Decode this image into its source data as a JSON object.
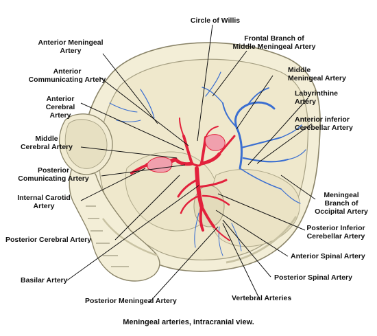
{
  "caption": "Meningeal arteries, intracranial view.",
  "labels": {
    "circle_of_willis": "Circle of Willis",
    "frontal_branch": "Frontal Branch of\nMiddle Meningeal Artery",
    "anterior_meningeal": "Anterior Meningeal\nArtery",
    "anterior_communicating": "Anterior\nCommunicating Artery",
    "middle_meningeal": "Middle\nMeningeal Artery",
    "labyrinthine": "Labyrinthine\nArtery",
    "anterior_cerebral": "Anterior\nCerebral\nArtery",
    "anterior_inferior_cerebellar": "Anterior inferior\nCerebellar Artery",
    "middle_cerebral": "Middle\nCerebral Artery",
    "posterior_communicating": "Posterior\nComunicating Artery",
    "meningeal_branch_occipital": "Meningeal\nBranch of\nOccipital Artery",
    "internal_carotid": "Internal Carotid\nArtery",
    "posterior_inferior_cerebellar": "Posterior Inferior\nCerebellar Artery",
    "posterior_cerebral": "Posterior Cerebral Artery",
    "anterior_spinal": "Anterior Spinal Artery",
    "basilar": "Basilar Artery",
    "posterior_spinal": "Posterior Spinal Artery",
    "posterior_meningeal": "Posterior Meningeal Artery",
    "vertebral": "Vertebral Arteries"
  },
  "colors": {
    "bone": "#f3eed7",
    "bone_shadow": "#c9c3a4",
    "artery": "#e2213c",
    "meningeal_vessel": "#3b6fd1",
    "leader": "#111111"
  }
}
